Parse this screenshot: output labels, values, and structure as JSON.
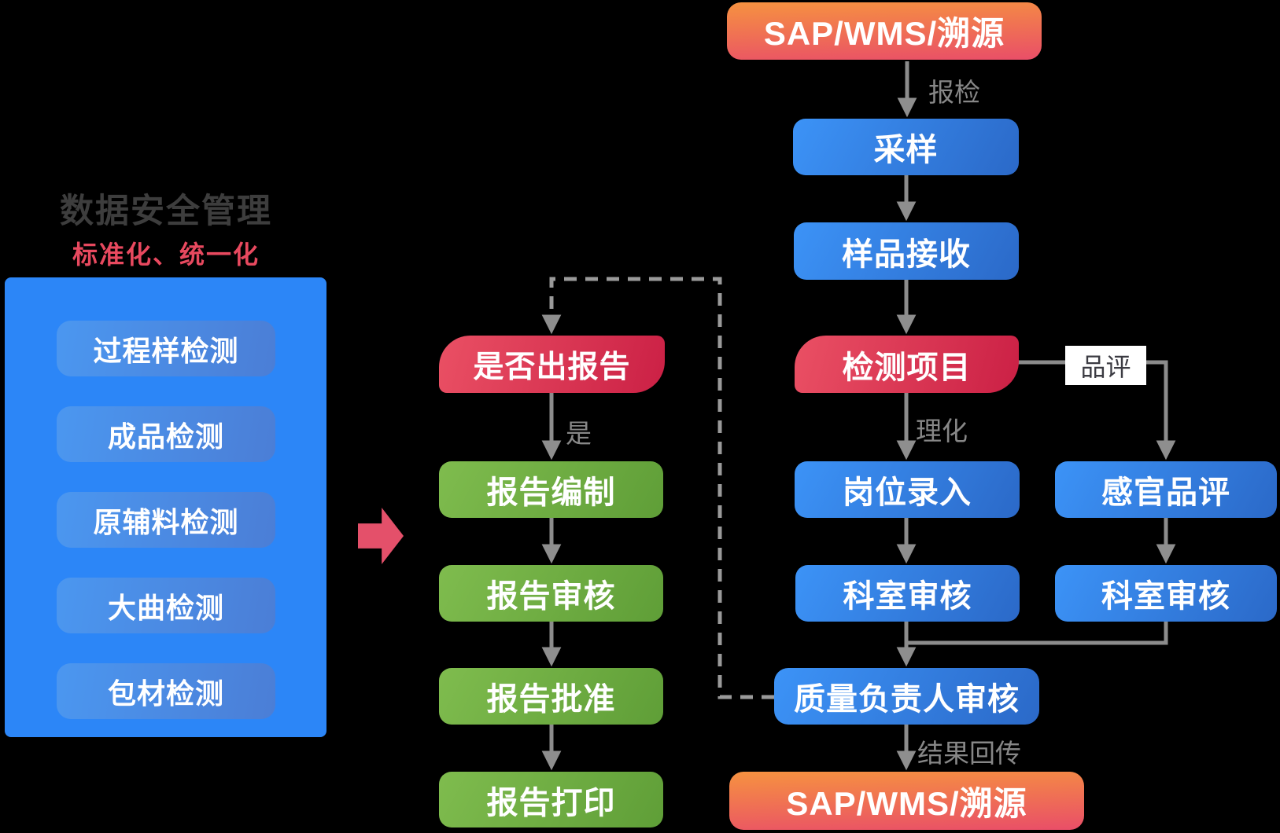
{
  "panel": {
    "title": "数据安全管理",
    "subtitle": "标准化、统一化",
    "items": [
      "过程样检测",
      "成品检测",
      "原辅料检测",
      "大曲检测",
      "包材检测"
    ]
  },
  "flow": {
    "sap_top": "SAP/WMS/溯源",
    "sampling": "采样",
    "sample_receiving": "样品接收",
    "test_items": "检测项目",
    "post_entry": "岗位录入",
    "dept_review_physchem": "科室审核",
    "sensory_evaluation": "感官品评",
    "dept_review_sensory": "科室审核",
    "quality_manager_review": "质量负责人审核",
    "sap_bottom": "SAP/WMS/溯源",
    "report_decision": "是否出报告",
    "report_compilation": "报告编制",
    "report_review": "报告审核",
    "report_approval": "报告批准",
    "report_printing": "报告打印"
  },
  "edge_labels": {
    "inspection_request": "报检",
    "physicochemical": "理化",
    "tasting": "品评",
    "yes": "是",
    "result_return": "结果回传"
  },
  "colors": {
    "panel_blue": "#2c86f7",
    "node_blue_start": "#3c93f7",
    "node_blue_end": "#2b69c8",
    "node_green_start": "#7fbc4e",
    "node_green_end": "#5f9e37",
    "node_red_start": "#ea5064",
    "node_red_end": "#cb2045",
    "node_orange_top": "#f69240",
    "node_orange_bottom": "#e94e68",
    "accent_pink_arrow": "#e4506a",
    "wire_gray": "#8c8c8c",
    "title_gray": "#3d3d3d",
    "subtitle_red": "#e8495f"
  }
}
